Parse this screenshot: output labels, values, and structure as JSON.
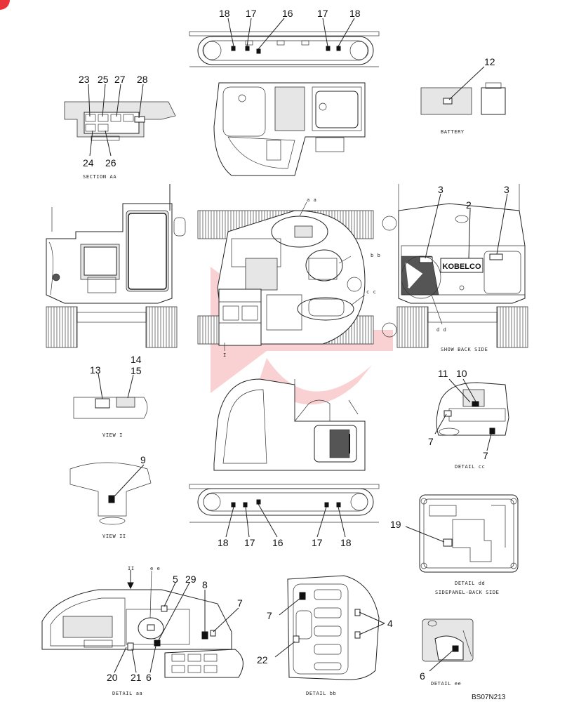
{
  "drawing_code": "BS07N213",
  "brand": {
    "logo_text": "KOBELCO"
  },
  "captions": {
    "section_aa": "SECTION AA",
    "battery": "BATTERY",
    "show_back_side": "SHOW BACK SIDE",
    "view_i": "VIEW I",
    "view_ii": "VIEW II",
    "detail_cc": "DETAIL cc",
    "detail_dd": "DETAIL dd",
    "sidepanel_back_side": "SIDEPANEL-BACK SIDE",
    "detail_aa": "DETAIL aa",
    "detail_bb": "DETAIL bb",
    "detail_ee": "DETAIL ee"
  },
  "detail_markers": {
    "aa": "a a",
    "bb": "b b",
    "cc": "c c",
    "dd": "d d",
    "ee": "e e",
    "i": "I",
    "ii": "II"
  },
  "callouts": {
    "top_track": [
      "18",
      "17",
      "16",
      "17",
      "18"
    ],
    "bottom_track": [
      "18",
      "17",
      "16",
      "17",
      "18"
    ],
    "section_aa_top": [
      "23",
      "25",
      "27",
      "28"
    ],
    "section_aa_bottom": [
      "24",
      "26"
    ],
    "battery": "12",
    "rear_left": "3",
    "rear_right": "3",
    "rear_center": "2",
    "view_i_left": "13",
    "view_i_right_a": "14",
    "view_i_right_b": "15",
    "view_ii": "9",
    "detail_cc_a": "11",
    "detail_cc_b": "10",
    "detail_cc_left": "7",
    "detail_cc_right": "7",
    "detail_dd": "19",
    "detail_aa": [
      "5",
      "29",
      "8",
      "7"
    ],
    "detail_aa_bottom": [
      "20",
      "21",
      "6"
    ],
    "detail_bb_left": "7",
    "detail_bb_right": "4",
    "detail_bb_bottom": "22",
    "detail_ee": "6"
  },
  "colors": {
    "line": "#222222",
    "watermark": "#e8343a"
  }
}
